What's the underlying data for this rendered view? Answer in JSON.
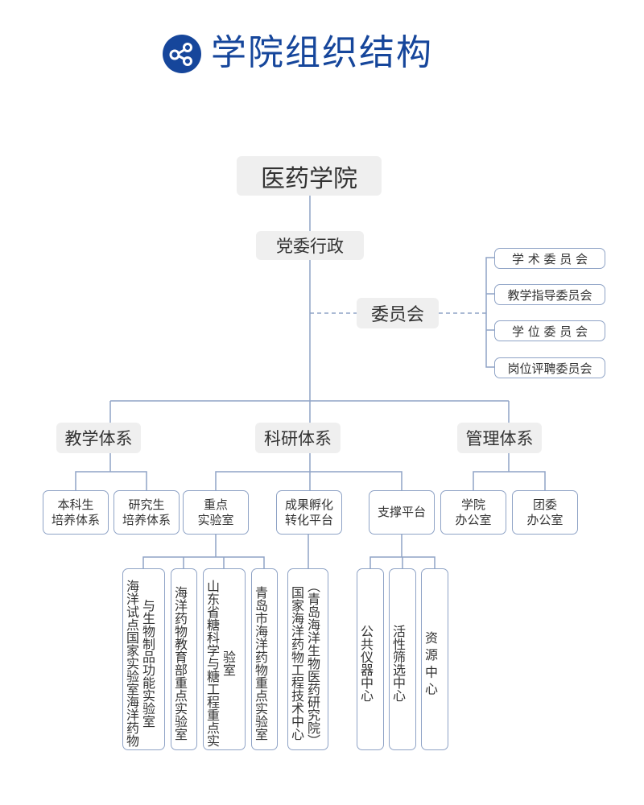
{
  "header": {
    "title": "学院组织结构",
    "icon": "share-icon",
    "accent_color": "#16469b"
  },
  "root": {
    "label": "医药学院"
  },
  "party": {
    "label": "党委行政"
  },
  "committee": {
    "label": "委员会",
    "items": [
      "学 术 委 员 会",
      "教学指导委员会",
      "学 位 委 员 会",
      "岗位评聘委员会"
    ]
  },
  "systems": [
    {
      "label": "教学体系",
      "children": [
        {
          "label": "本科生\n培养体系",
          "line1": "本科生",
          "line2": "培养体系"
        },
        {
          "label": "研究生\n培养体系",
          "line1": "研究生",
          "line2": "培养体系"
        }
      ]
    },
    {
      "label": "科研体系",
      "children": [
        {
          "line1": "重点",
          "line2": "实验室",
          "children": [
            "海洋试点国家实验室海洋药物与生物制品功能实验室",
            "海洋药物教育部重点实验室",
            "山东省糖科学与糖工程重点实验室",
            "青岛市海洋药物重点实验室"
          ]
        },
        {
          "line1": "成果孵化",
          "line2": "转化平台",
          "children": [
            "国家海洋药物工程技术中心（青岛海洋生物医药研究院）"
          ]
        },
        {
          "line1": "支撑平台",
          "line2": "",
          "children": [
            "公共仪器中心",
            "活性筛选中心",
            "资 源 中 心"
          ]
        }
      ]
    },
    {
      "label": "管理体系",
      "children": [
        {
          "line1": "学院",
          "line2": "办公室"
        },
        {
          "line1": "团委",
          "line2": "办公室"
        }
      ]
    }
  ],
  "colors": {
    "line": "#8fa3c6",
    "node_fill": "#efefef",
    "box_border": "#8fa3c6"
  }
}
